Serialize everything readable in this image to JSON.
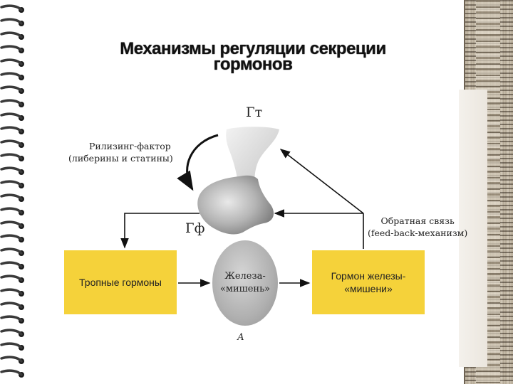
{
  "slide": {
    "title": "Механизмы регуляции секреции гормонов"
  },
  "diagram": {
    "hypothalamus_label": "Гт",
    "pituitary_label": "Гф",
    "releasing_factor": {
      "line1": "Рилизинг-фактор",
      "line2": "(либерины и статины)"
    },
    "feedback": {
      "line1": "Обратная связь",
      "line2": "(feed-back-механизм)"
    },
    "tropic_hormones": "Тропные гормоны",
    "target_gland": {
      "line1": "Железа-",
      "line2": "«мишень»"
    },
    "target_hormone": {
      "line1": "Гормон железы-",
      "line2": "«мишени»"
    },
    "figure_letter": "А"
  },
  "colors": {
    "box_fill": "#f5d23a",
    "gland_fill": "#b0b0b0",
    "pituitary_fill": "#9a9a9a"
  }
}
